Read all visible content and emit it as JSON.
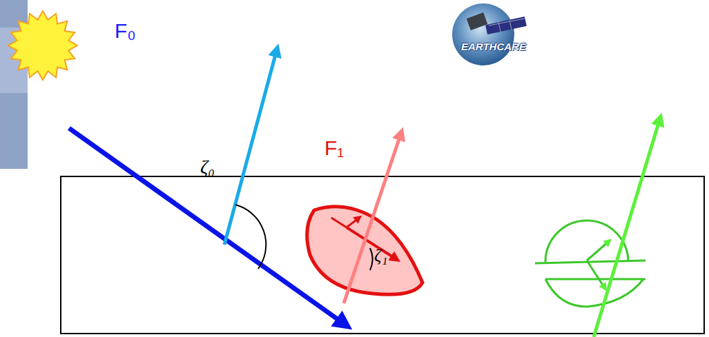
{
  "diagram": {
    "labels": [
      "F₀",
      "F₁",
      "ζ₀",
      "ζ₁",
      "EARTHCARE"
    ]
  }
}
